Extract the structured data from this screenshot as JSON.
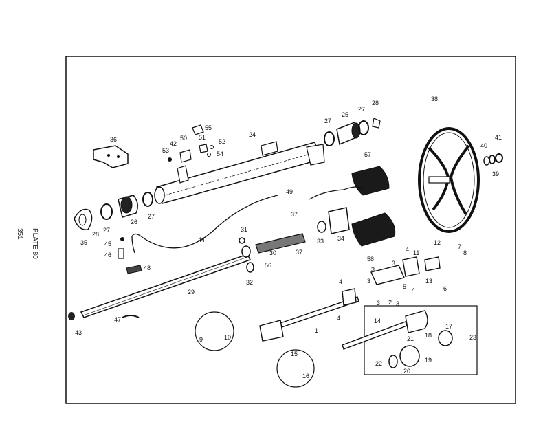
{
  "page": {
    "plate_label": "PLATE 80",
    "page_number": "351"
  },
  "callouts": [
    {
      "id": "c1",
      "text": "1"
    },
    {
      "id": "c2",
      "text": "2"
    },
    {
      "id": "c3a",
      "text": "3"
    },
    {
      "id": "c3b",
      "text": "3"
    },
    {
      "id": "c3c",
      "text": "3"
    },
    {
      "id": "c3d",
      "text": "3"
    },
    {
      "id": "c3e",
      "text": "3"
    },
    {
      "id": "c4a",
      "text": "4"
    },
    {
      "id": "c4b",
      "text": "4"
    },
    {
      "id": "c4c",
      "text": "4"
    },
    {
      "id": "c4d",
      "text": "4"
    },
    {
      "id": "c5",
      "text": "5"
    },
    {
      "id": "c6",
      "text": "6"
    },
    {
      "id": "c7",
      "text": "7"
    },
    {
      "id": "c8",
      "text": "8"
    },
    {
      "id": "c9",
      "text": "9"
    },
    {
      "id": "c10",
      "text": "10"
    },
    {
      "id": "c11",
      "text": "11"
    },
    {
      "id": "c12",
      "text": "12"
    },
    {
      "id": "c13",
      "text": "13"
    },
    {
      "id": "c14",
      "text": "14"
    },
    {
      "id": "c15",
      "text": "15"
    },
    {
      "id": "c16",
      "text": "16"
    },
    {
      "id": "c17",
      "text": "17"
    },
    {
      "id": "c18",
      "text": "18"
    },
    {
      "id": "c19",
      "text": "19"
    },
    {
      "id": "c20",
      "text": "20"
    },
    {
      "id": "c21",
      "text": "21"
    },
    {
      "id": "c22",
      "text": "22"
    },
    {
      "id": "c23",
      "text": "23"
    },
    {
      "id": "c24",
      "text": "24"
    },
    {
      "id": "c25",
      "text": "25"
    },
    {
      "id": "c26",
      "text": "26"
    },
    {
      "id": "c27a",
      "text": "27"
    },
    {
      "id": "c27b",
      "text": "27"
    },
    {
      "id": "c27c",
      "text": "27"
    },
    {
      "id": "c27d",
      "text": "27"
    },
    {
      "id": "c28a",
      "text": "28"
    },
    {
      "id": "c28b",
      "text": "28"
    },
    {
      "id": "c29",
      "text": "29"
    },
    {
      "id": "c30",
      "text": "30"
    },
    {
      "id": "c31",
      "text": "31"
    },
    {
      "id": "c32",
      "text": "32"
    },
    {
      "id": "c33",
      "text": "33"
    },
    {
      "id": "c34",
      "text": "34"
    },
    {
      "id": "c35",
      "text": "35"
    },
    {
      "id": "c36",
      "text": "36"
    },
    {
      "id": "c37a",
      "text": "37"
    },
    {
      "id": "c37b",
      "text": "37"
    },
    {
      "id": "c38",
      "text": "38"
    },
    {
      "id": "c39",
      "text": "39"
    },
    {
      "id": "c40",
      "text": "40"
    },
    {
      "id": "c41",
      "text": "41"
    },
    {
      "id": "c42",
      "text": "42"
    },
    {
      "id": "c43",
      "text": "43"
    },
    {
      "id": "c44",
      "text": "44"
    },
    {
      "id": "c45",
      "text": "45"
    },
    {
      "id": "c46",
      "text": "46"
    },
    {
      "id": "c47",
      "text": "47"
    },
    {
      "id": "c48",
      "text": "48"
    },
    {
      "id": "c49",
      "text": "49"
    },
    {
      "id": "c50",
      "text": "50"
    },
    {
      "id": "c51",
      "text": "51"
    },
    {
      "id": "c52",
      "text": "52"
    },
    {
      "id": "c53",
      "text": "53"
    },
    {
      "id": "c54",
      "text": "54"
    },
    {
      "id": "c55",
      "text": "55"
    },
    {
      "id": "c56",
      "text": "56"
    },
    {
      "id": "c57",
      "text": "57"
    },
    {
      "id": "c58",
      "text": "58"
    }
  ],
  "colors": {
    "ink": "#111111",
    "paper": "#ffffff",
    "fill_dark": "#1a1a1a",
    "fill_mid": "#777777"
  }
}
